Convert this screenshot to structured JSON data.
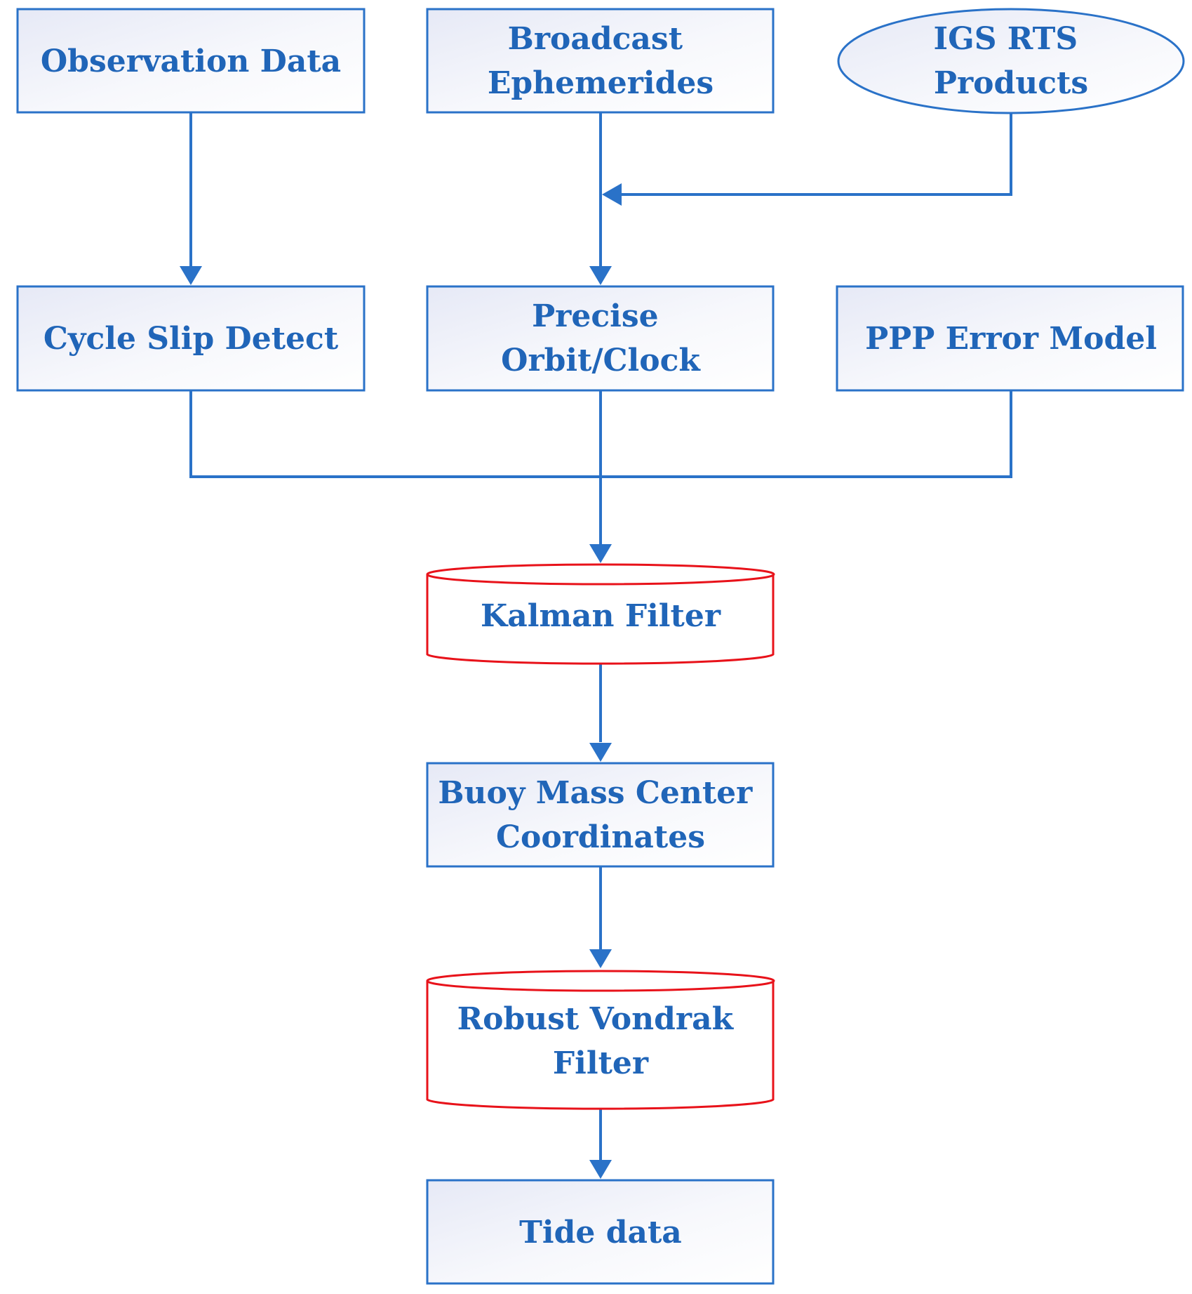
{
  "colors": {
    "blue": "#2a72c8",
    "text": "#2065b8",
    "red": "#e8121a",
    "box_fill_start": "#e9ebf6",
    "box_fill_end": "#ffffff"
  },
  "nodes": {
    "observation": {
      "lines": [
        "Observation Data"
      ]
    },
    "broadcast": {
      "lines": [
        "Broadcast",
        "Ephemerides"
      ]
    },
    "igs": {
      "lines": [
        "IGS RTS",
        "Products"
      ]
    },
    "cycle_slip": {
      "lines": [
        "Cycle Slip Detect"
      ]
    },
    "precise": {
      "lines": [
        "Precise",
        "Orbit/Clock"
      ]
    },
    "ppp": {
      "lines": [
        "PPP Error Model"
      ]
    },
    "kalman": {
      "lines": [
        "Kalman Filter"
      ]
    },
    "buoy": {
      "lines": [
        "Buoy Mass Center",
        "Coordinates"
      ]
    },
    "vondrak": {
      "lines": [
        "Robust Vondrak",
        "Filter"
      ]
    },
    "tide": {
      "lines": [
        "Tide data"
      ]
    }
  }
}
